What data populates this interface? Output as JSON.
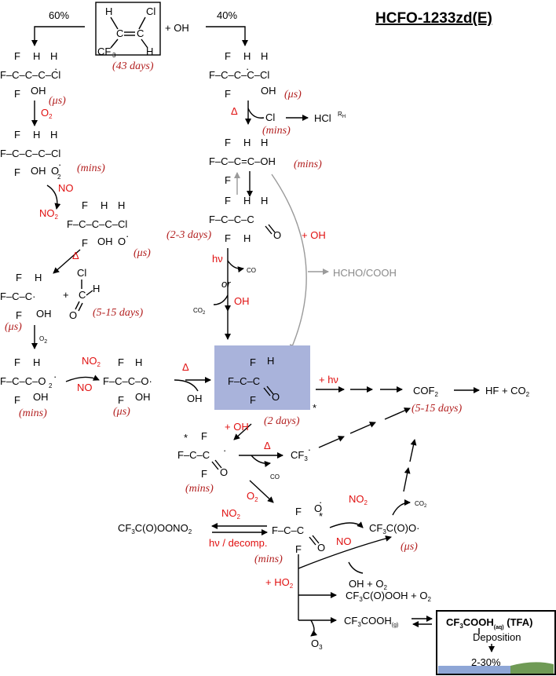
{
  "title": "HCFO-1233zd(E)",
  "branches": {
    "left_pct": "60%",
    "right_pct": "40%"
  },
  "reactant": {
    "oh": "+ OH",
    "lifetime": "(43 days)"
  },
  "labels": {
    "o2_1": "O",
    "no_1": "NO",
    "no2_1": "NO",
    "delta": "Δ",
    "delta2": "Δ",
    "hv": "hν",
    "or": "or",
    "oh_red": "OH",
    "plus_oh_right": "+ OH",
    "hcho": "HCHO/COOH",
    "cl_mins": "Cl",
    "hcl": "HCl",
    "o2_small": "O",
    "no2_mid": "NO",
    "no_mid": "NO",
    "oh_out": "OH",
    "plus_hv": "+ hν",
    "cof2": "COF",
    "hf": "HF + CO",
    "plus_oh_mid": "+ OH",
    "co": "CO",
    "cf3": "CF",
    "co2": "CO",
    "o2_pan": "O",
    "no2_pan": "NO",
    "pan": "CF3C(O)OONO2",
    "hv_decomp": "hν / decomp.",
    "no2_right": "NO",
    "no_right": "NO",
    "co2_right": "CO",
    "cf3coo": "CF3C(O)O·",
    "plus_ho2": "+ HO",
    "oh_o2": "OH + O",
    "peracid": "CF3C(O)OOH + O2",
    "cf3cooh_g": "CF3COOH",
    "g_sub": "(g)",
    "o3": "O",
    "tfa_title": "CF3COOH(aq) (TFA)",
    "deposition": "Deposition",
    "deposition_pct": "2-30%",
    "asterisk": "*",
    "rh": "R",
    "rh_sub": "H"
  },
  "lifetimes": {
    "l1": "(μs)",
    "l2": "(mins)",
    "l3": "(μs)",
    "l4": "(5-15 days)",
    "l5": "(μs)",
    "l6": "(mins)",
    "r1": "(μs)",
    "r2": "(mins)",
    "r3": "(mins)",
    "r4": "(2-3 days)",
    "center": "(2 days)",
    "cof2": "(5-15 days)",
    "acyl": "(mins)",
    "peroxy": "(mins)",
    "oxy": "(μs)",
    "mid": "(μs)"
  },
  "colors": {
    "highlight": "#a9b3db",
    "red": "#e01010",
    "lifetime": "#b21f1f",
    "gray": "#8a8a8a"
  }
}
